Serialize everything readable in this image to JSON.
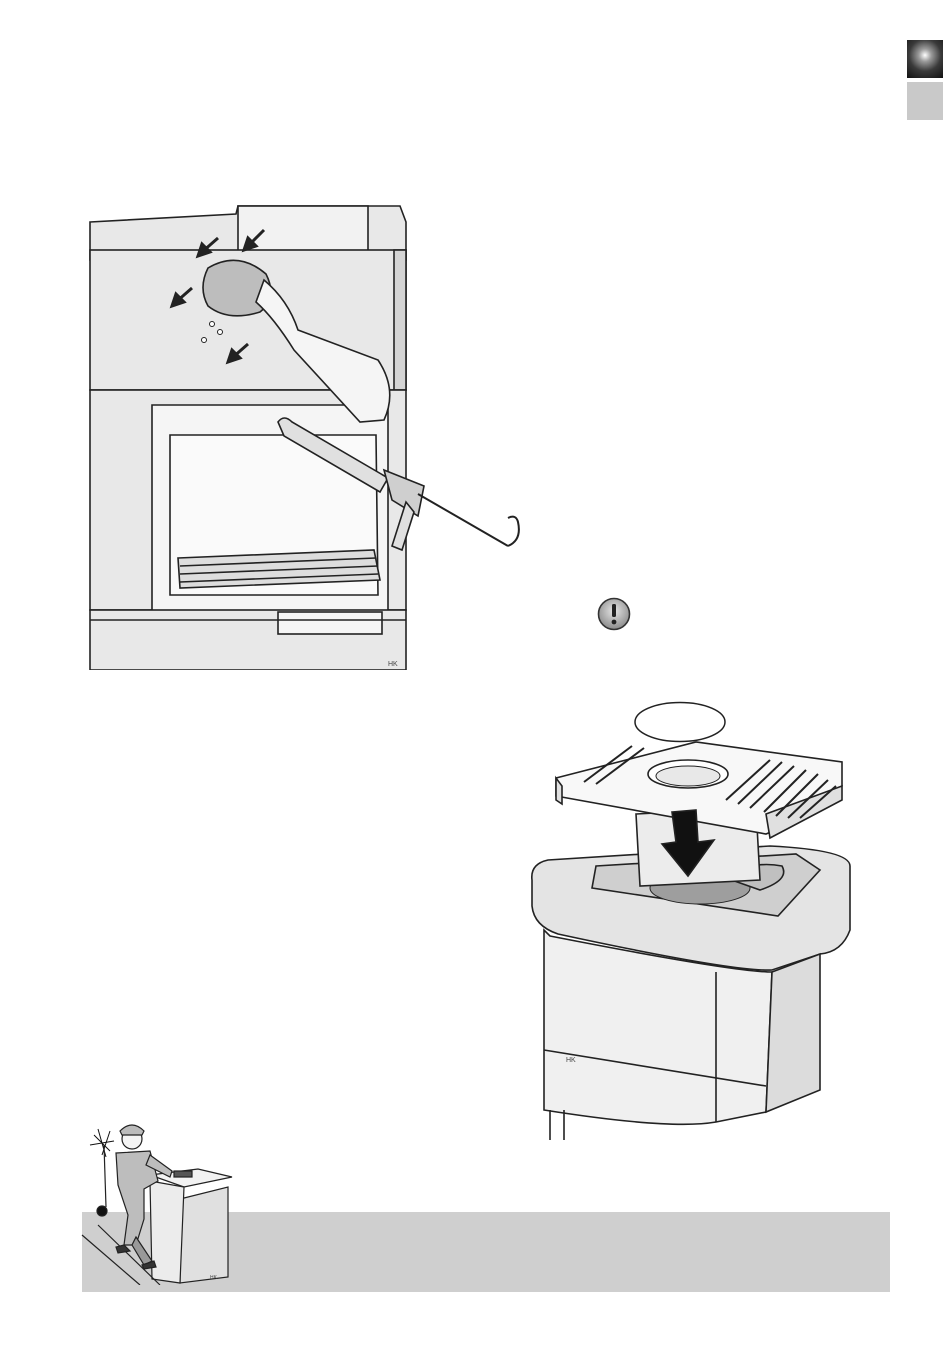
{
  "page": {
    "side_tabs": [
      {
        "name": "active-language-tab"
      },
      {
        "name": "inactive-language-tab"
      }
    ],
    "figures": {
      "sealing_illustration": {
        "stamp": "HK"
      },
      "top_plate_illustration": {
        "stamp": "HK"
      },
      "chimney_sweep_illustration": {
        "stamp": "HK"
      }
    },
    "icons": [
      "warning-icon",
      "arrow-icon",
      "sponge-icon",
      "caulking-gun-icon"
    ],
    "colors": {
      "notice_bar": "#cfcfcf",
      "tab_inactive": "#c9c9c9",
      "stove_body": "#e8e8e8",
      "line": "#222222"
    }
  }
}
